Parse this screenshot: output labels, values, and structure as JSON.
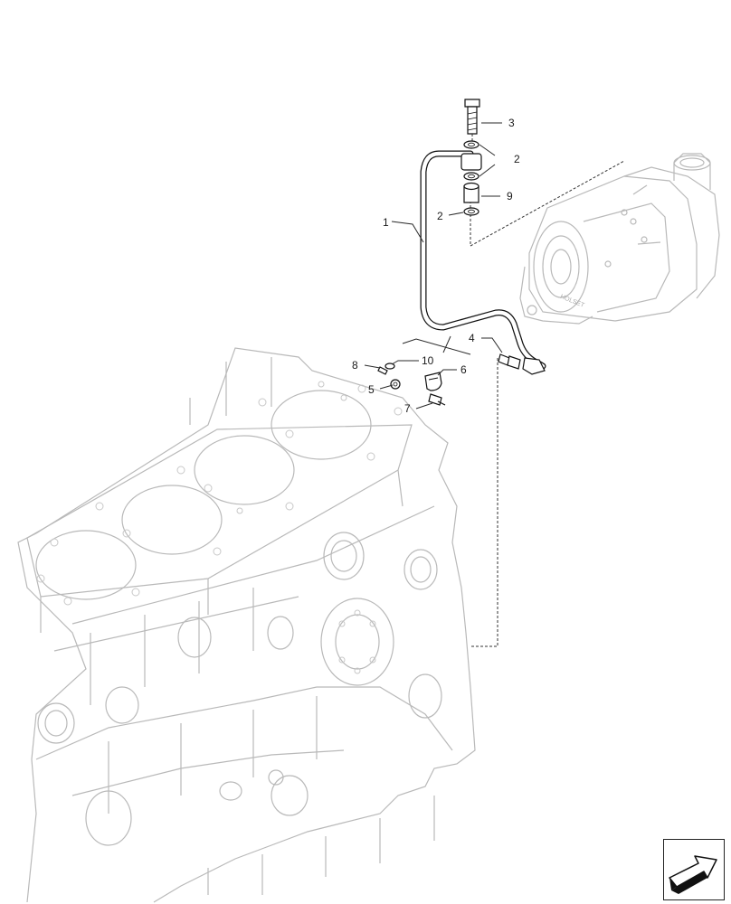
{
  "callouts": {
    "c1": "1",
    "c2a": "2",
    "c2b": "2",
    "c3": "3",
    "c4": "4",
    "c5": "5",
    "c6": "6",
    "c7": "7",
    "c8": "8",
    "c9": "9",
    "c10": "10"
  },
  "turbo_casting_text": "HOLSET",
  "nav_icon": "next-page-arrow-icon"
}
